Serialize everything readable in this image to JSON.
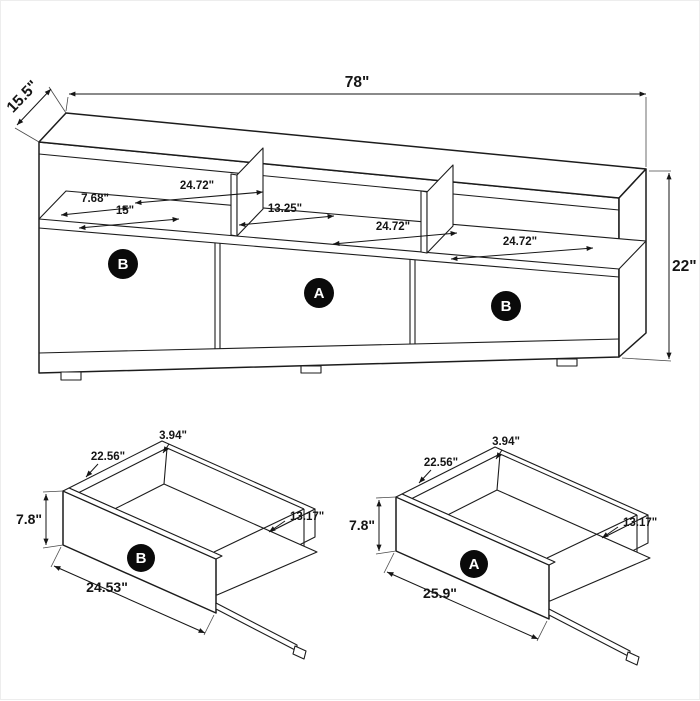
{
  "console": {
    "dim_width": "78\"",
    "dim_depth": "15.5\"",
    "dim_height": "22\"",
    "shelf": {
      "d1": "7.68\"",
      "d2": "24.72\"",
      "d3": "15\"",
      "d4": "13.25\"",
      "d5": "24.72\"",
      "d6": "24.72\""
    },
    "badges": {
      "left": "B",
      "middle": "A",
      "right": "B"
    }
  },
  "drawer_left": {
    "badge": "B",
    "side_height": "3.94\"",
    "back_width": "22.56\"",
    "front_height": "7.8\"",
    "depth": "13.17\"",
    "front_width": "24.53\""
  },
  "drawer_right": {
    "badge": "A",
    "side_height": "3.94\"",
    "back_width": "22.56\"",
    "front_height": "7.8\"",
    "depth": "13.17\"",
    "front_width": "25.9\""
  }
}
